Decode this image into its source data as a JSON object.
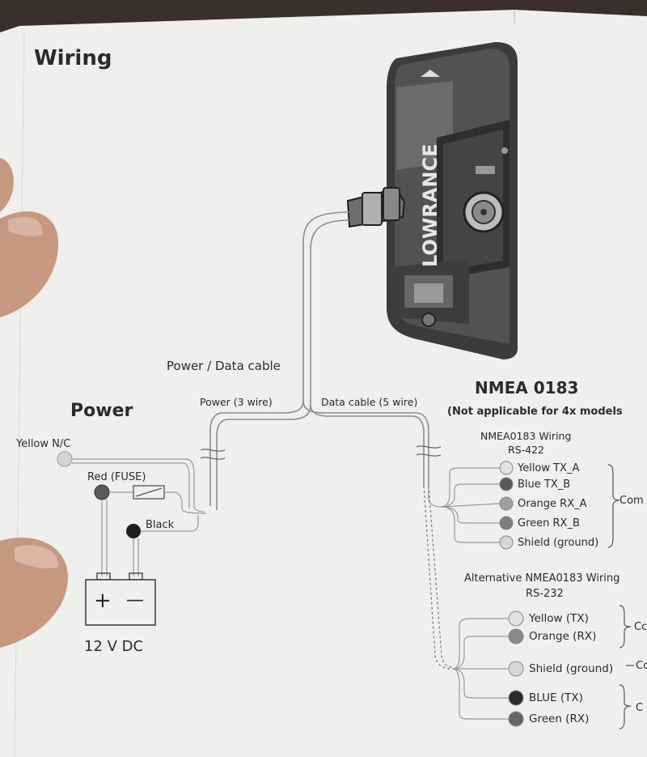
{
  "page": {
    "title": "Wiring"
  },
  "device": {
    "brand": "LOWRANCE"
  },
  "cable": {
    "main_label": "Power / Data cable",
    "power_label": "Power (3 wire)",
    "data_label": "Data cable (5 wire)"
  },
  "power": {
    "heading": "Power",
    "yellow_label": "Yellow N/C",
    "red_label": "Red (FUSE)",
    "black_label": "Black",
    "battery_plus": "+",
    "battery_minus": "—",
    "battery_label": "12 V DC"
  },
  "nmea": {
    "heading": "NMEA 0183",
    "subheading": "(Not applicable for 4x models",
    "rs422_title": "NMEA0183 Wiring",
    "rs422_std": "RS-422",
    "rs422_wires": [
      {
        "label": "Yellow TX_A",
        "color": "#e2e2e2"
      },
      {
        "label": "Blue  TX_B",
        "color": "#5a5a5a"
      },
      {
        "label": "Orange RX_A",
        "color": "#a0a0a0"
      },
      {
        "label": "Green RX_B",
        "color": "#7c7c7c"
      },
      {
        "label": "Shield (ground)",
        "color": "#d6d6d6"
      }
    ],
    "rs422_bracket": "Com",
    "rs232_title": "Alternative NMEA0183 Wiring",
    "rs232_std": "RS-232",
    "rs232_wires": [
      {
        "label": "Yellow  (TX)",
        "color": "#e2e2e2"
      },
      {
        "label": "Orange (RX)",
        "color": "#8a8a8a"
      },
      {
        "label": "Shield (ground)",
        "color": "#d8d8d8"
      },
      {
        "label": "BLUE  (TX)",
        "color": "#2a2a2a"
      },
      {
        "label": "Green (RX)",
        "color": "#666666"
      }
    ],
    "rs232_bracket_1": "Cc",
    "rs232_bracket_2": "Cc",
    "rs232_bracket_3": "C"
  }
}
